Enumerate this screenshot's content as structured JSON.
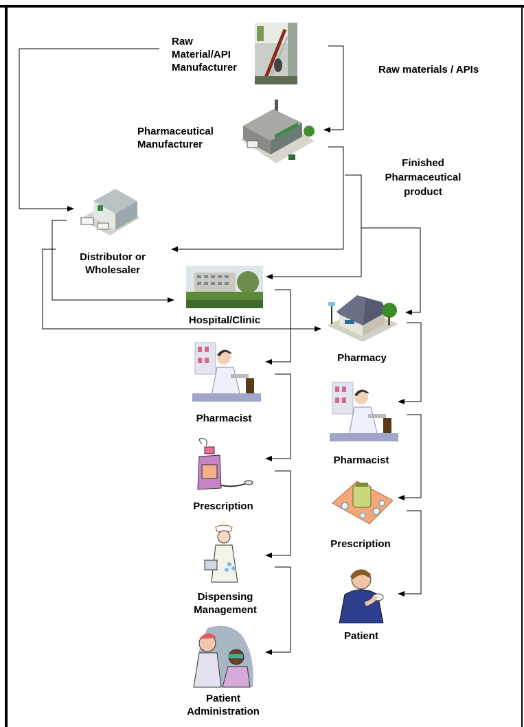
{
  "nodes": {
    "raw_material": {
      "line1": "Raw",
      "line2": "Material/API",
      "line3": "Manufacturer"
    },
    "pharma_manufacturer": {
      "line1": "Pharmaceutical",
      "line2": "Manufacturer"
    },
    "distributor": {
      "line1": "Distributor or",
      "line2": "Wholesaler"
    },
    "hospital": {
      "line1": "Hospital/Clinic"
    },
    "pharmacy": {
      "line1": "Pharmacy"
    },
    "hospital_pharmacist": {
      "line1": "Pharmacist"
    },
    "hospital_prescription": {
      "line1": "Prescription"
    },
    "dispensing": {
      "line1": "Dispensing",
      "line2": "Management"
    },
    "patient_admin": {
      "line1": "Patient",
      "line2": "Administration"
    },
    "pharmacy_pharmacist": {
      "line1": "Pharmacist"
    },
    "pharmacy_prescription": {
      "line1": "Prescription"
    },
    "patient": {
      "line1": "Patient"
    }
  },
  "annotations": {
    "raw_materials": "Raw materials / APIs",
    "finished_1": "Finished",
    "finished_2": "Pharmaceutical",
    "finished_3": "product"
  }
}
